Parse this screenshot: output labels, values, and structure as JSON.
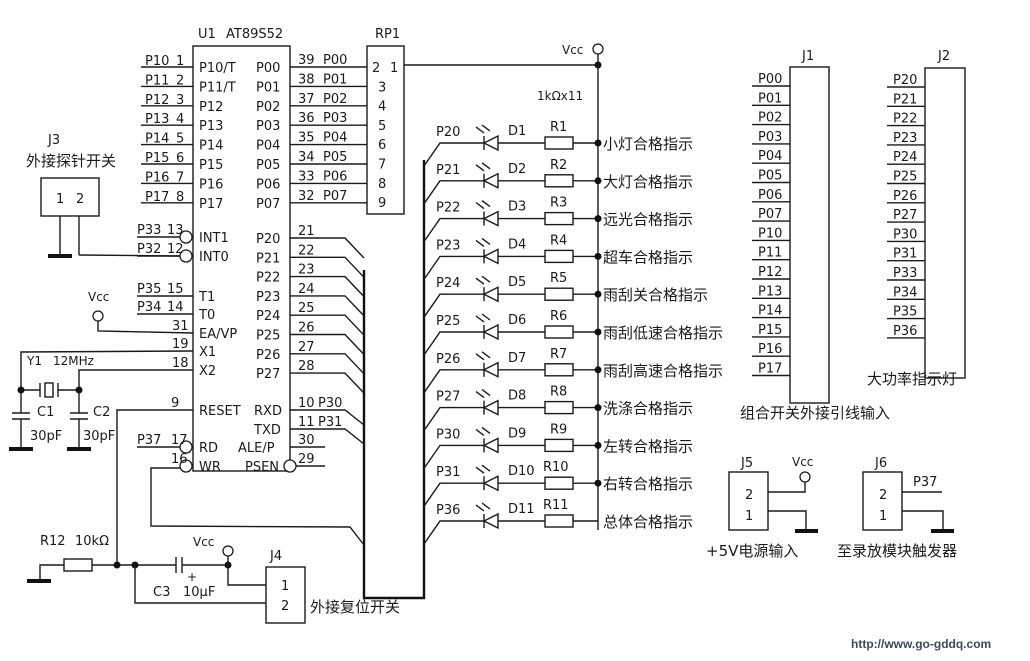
{
  "u1": {
    "ref": "U1",
    "part": "AT89S52",
    "left_pins": [
      {
        "net": "P10",
        "num": "1",
        "name": "P10/T"
      },
      {
        "net": "P11",
        "num": "2",
        "name": "P11/T"
      },
      {
        "net": "P12",
        "num": "3",
        "name": "P12"
      },
      {
        "net": "P13",
        "num": "4",
        "name": "P13"
      },
      {
        "net": "P14",
        "num": "5",
        "name": "P14"
      },
      {
        "net": "P15",
        "num": "6",
        "name": "P15"
      },
      {
        "net": "P16",
        "num": "7",
        "name": "P16"
      },
      {
        "net": "P17",
        "num": "8",
        "name": "P17"
      }
    ],
    "left_ctrl": [
      {
        "net": "P33",
        "num": "13",
        "name": "INT1"
      },
      {
        "net": "P32",
        "num": "12",
        "name": "INT0"
      },
      {
        "net": "P35",
        "num": "15",
        "name": "T1"
      },
      {
        "net": "P34",
        "num": "14",
        "name": "T0"
      },
      {
        "net": "",
        "num": "31",
        "name": "EA/VP"
      },
      {
        "net": "",
        "num": "19",
        "name": "X1"
      },
      {
        "net": "",
        "num": "18",
        "name": "X2"
      },
      {
        "net": "",
        "num": "9",
        "name": "RESET"
      },
      {
        "net": "P37",
        "num": "17",
        "name": "RD"
      },
      {
        "net": "",
        "num": "16",
        "name": "WR"
      }
    ],
    "right_p0": [
      {
        "num": "39",
        "name": "P00"
      },
      {
        "num": "38",
        "name": "P01"
      },
      {
        "num": "37",
        "name": "P02"
      },
      {
        "num": "36",
        "name": "P03"
      },
      {
        "num": "35",
        "name": "P04"
      },
      {
        "num": "34",
        "name": "P05"
      },
      {
        "num": "33",
        "name": "P06"
      },
      {
        "num": "32",
        "name": "P07"
      }
    ],
    "right_p2": [
      {
        "num": "21",
        "name": "P20"
      },
      {
        "num": "22",
        "name": "P21"
      },
      {
        "num": "23",
        "name": "P22"
      },
      {
        "num": "24",
        "name": "P23"
      },
      {
        "num": "25",
        "name": "P24"
      },
      {
        "num": "26",
        "name": "P25"
      },
      {
        "num": "27",
        "name": "P26"
      },
      {
        "num": "28",
        "name": "P27"
      }
    ],
    "right_misc": [
      {
        "num": "10",
        "net": "P30",
        "name": "RXD"
      },
      {
        "num": "11",
        "net": "P31",
        "name": "TXD"
      },
      {
        "num": "30",
        "net": "",
        "name": "ALE/P"
      },
      {
        "num": "29",
        "net": "",
        "name": "PSEN"
      }
    ]
  },
  "rp1": {
    "ref": "RP1",
    "pins": [
      "2",
      "1",
      "3",
      "4",
      "5",
      "6",
      "7",
      "8",
      "9"
    ]
  },
  "vcc_label": "Vcc",
  "resistor_array_note": "1kΩx11",
  "leds": [
    {
      "net": "P20",
      "d": "D1",
      "r": "R1",
      "label": "小灯合格指示"
    },
    {
      "net": "P21",
      "d": "D2",
      "r": "R2",
      "label": "大灯合格指示"
    },
    {
      "net": "P22",
      "d": "D3",
      "r": "R3",
      "label": "远光合格指示"
    },
    {
      "net": "P23",
      "d": "D4",
      "r": "R4",
      "label": "超车合格指示"
    },
    {
      "net": "P24",
      "d": "D5",
      "r": "R5",
      "label": "雨刮关合格指示"
    },
    {
      "net": "P25",
      "d": "D6",
      "r": "R6",
      "label": "雨刮低速合格指示"
    },
    {
      "net": "P26",
      "d": "D7",
      "r": "R7",
      "label": "雨刮高速合格指示"
    },
    {
      "net": "P27",
      "d": "D8",
      "r": "R8",
      "label": "洗涤合格指示"
    },
    {
      "net": "P30",
      "d": "D9",
      "r": "R9",
      "label": "左转合格指示"
    },
    {
      "net": "P31",
      "d": "D10",
      "r": "R10",
      "label": "右转合格指示"
    },
    {
      "net": "P36",
      "d": "D11",
      "r": "R11",
      "label": "总体合格指示"
    }
  ],
  "j1": {
    "ref": "J1",
    "pins": [
      "P00",
      "P01",
      "P02",
      "P03",
      "P04",
      "P05",
      "P06",
      "P07",
      "P10",
      "P11",
      "P12",
      "P13",
      "P14",
      "P15",
      "P16",
      "P17"
    ],
    "caption": "组合开关外接引线输入"
  },
  "j2": {
    "ref": "J2",
    "pins": [
      "P20",
      "P21",
      "P22",
      "P23",
      "P24",
      "P25",
      "P26",
      "P27",
      "P30",
      "P31",
      "P33",
      "P34",
      "P35",
      "P36"
    ],
    "caption": "大功率指示灯"
  },
  "j3": {
    "ref": "J3",
    "caption": "外接探针开关",
    "pins": [
      "1",
      "2"
    ]
  },
  "j4": {
    "ref": "J4",
    "caption": "外接复位开关",
    "pins": [
      "1",
      "2"
    ]
  },
  "j5": {
    "ref": "J5",
    "caption": "+5V电源输入",
    "pins": [
      "2",
      "1"
    ]
  },
  "j6": {
    "ref": "J6",
    "caption": "至录放模块触发器",
    "pins": [
      "2",
      "1"
    ],
    "net": "P37"
  },
  "crystal": {
    "ref": "Y1",
    "value": "12MHz"
  },
  "c1": {
    "ref": "C1",
    "value": "30pF"
  },
  "c2": {
    "ref": "C2",
    "value": "30pF"
  },
  "c3": {
    "ref": "C3",
    "value": "10μF",
    "polarity": "+"
  },
  "r12": {
    "ref": "R12",
    "value": "10kΩ"
  },
  "watermark": "http://www.go-gddq.com"
}
